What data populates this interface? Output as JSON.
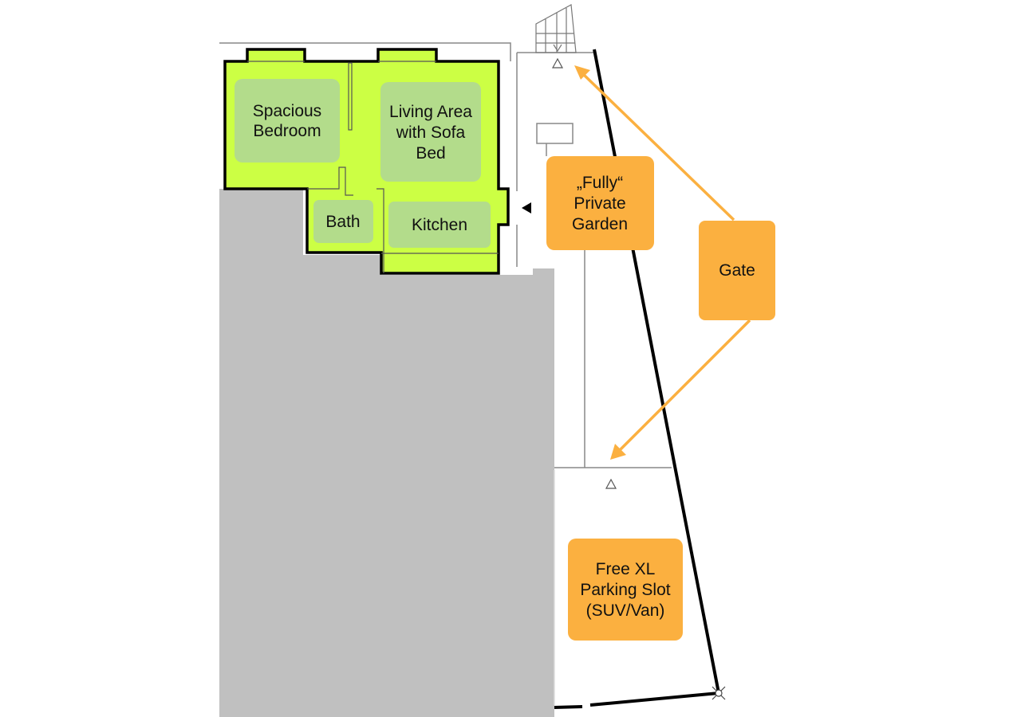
{
  "colors": {
    "apartment": "#ccff44",
    "room_label_bg": "#b3dc8b",
    "callout": "#fbb040",
    "neighbor_building": "#c0c0c0",
    "boundary": "#000000"
  },
  "rooms": {
    "bedroom": [
      "Spacious",
      "Bedroom"
    ],
    "living": [
      "Living Area",
      "with Sofa",
      "Bed"
    ],
    "bath": [
      "Bath"
    ],
    "kitchen": [
      "Kitchen"
    ]
  },
  "callouts": {
    "garden": [
      "„Fully“",
      "Private",
      "Garden"
    ],
    "gate": [
      "Gate"
    ],
    "parking": [
      "Free XL",
      "Parking Slot",
      "(SUV/Van)"
    ]
  }
}
